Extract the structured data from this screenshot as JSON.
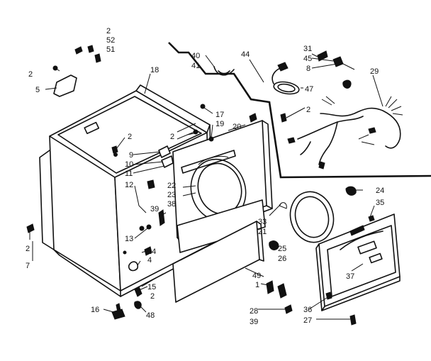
{
  "labels": [
    {
      "id": "l2-top",
      "text": "2"
    },
    {
      "id": "l52",
      "text": "52"
    },
    {
      "id": "l51",
      "text": "51"
    },
    {
      "id": "l2-a",
      "text": "2"
    },
    {
      "id": "l5",
      "text": "5"
    },
    {
      "id": "l18",
      "text": "18"
    },
    {
      "id": "l40",
      "text": "40"
    },
    {
      "id": "l41",
      "text": "41"
    },
    {
      "id": "l44",
      "text": "44"
    },
    {
      "id": "l31",
      "text": "31"
    },
    {
      "id": "l45",
      "text": "45"
    },
    {
      "id": "l8",
      "text": "8"
    },
    {
      "id": "l29",
      "text": "29"
    },
    {
      "id": "l47",
      "text": "47"
    },
    {
      "id": "l2-b",
      "text": "2"
    },
    {
      "id": "l17",
      "text": "17"
    },
    {
      "id": "l19",
      "text": "19"
    },
    {
      "id": "l20",
      "text": "20"
    },
    {
      "id": "l2-c",
      "text": "2"
    },
    {
      "id": "l2-d",
      "text": "2"
    },
    {
      "id": "l9",
      "text": "9"
    },
    {
      "id": "l10",
      "text": "10"
    },
    {
      "id": "l11",
      "text": "11"
    },
    {
      "id": "l12",
      "text": "12"
    },
    {
      "id": "l22",
      "text": "22"
    },
    {
      "id": "l23",
      "text": "23"
    },
    {
      "id": "l38",
      "text": "38"
    },
    {
      "id": "l39-a",
      "text": "39"
    },
    {
      "id": "l24",
      "text": "24"
    },
    {
      "id": "l35",
      "text": "35"
    },
    {
      "id": "l33",
      "text": "33"
    },
    {
      "id": "l21",
      "text": "21"
    },
    {
      "id": "l13",
      "text": "13"
    },
    {
      "id": "l14",
      "text": "14"
    },
    {
      "id": "l4",
      "text": "4"
    },
    {
      "id": "l25",
      "text": "25"
    },
    {
      "id": "l26",
      "text": "26"
    },
    {
      "id": "l37",
      "text": "37"
    },
    {
      "id": "l2-e",
      "text": "2"
    },
    {
      "id": "l7",
      "text": "7"
    },
    {
      "id": "l49",
      "text": "49"
    },
    {
      "id": "l1",
      "text": "1"
    },
    {
      "id": "l15",
      "text": "15"
    },
    {
      "id": "l2-f",
      "text": "2"
    },
    {
      "id": "l16",
      "text": "16"
    },
    {
      "id": "l48",
      "text": "48"
    },
    {
      "id": "l28",
      "text": "28"
    },
    {
      "id": "l39-b",
      "text": "39"
    },
    {
      "id": "l36",
      "text": "36"
    },
    {
      "id": "l27",
      "text": "27"
    }
  ]
}
